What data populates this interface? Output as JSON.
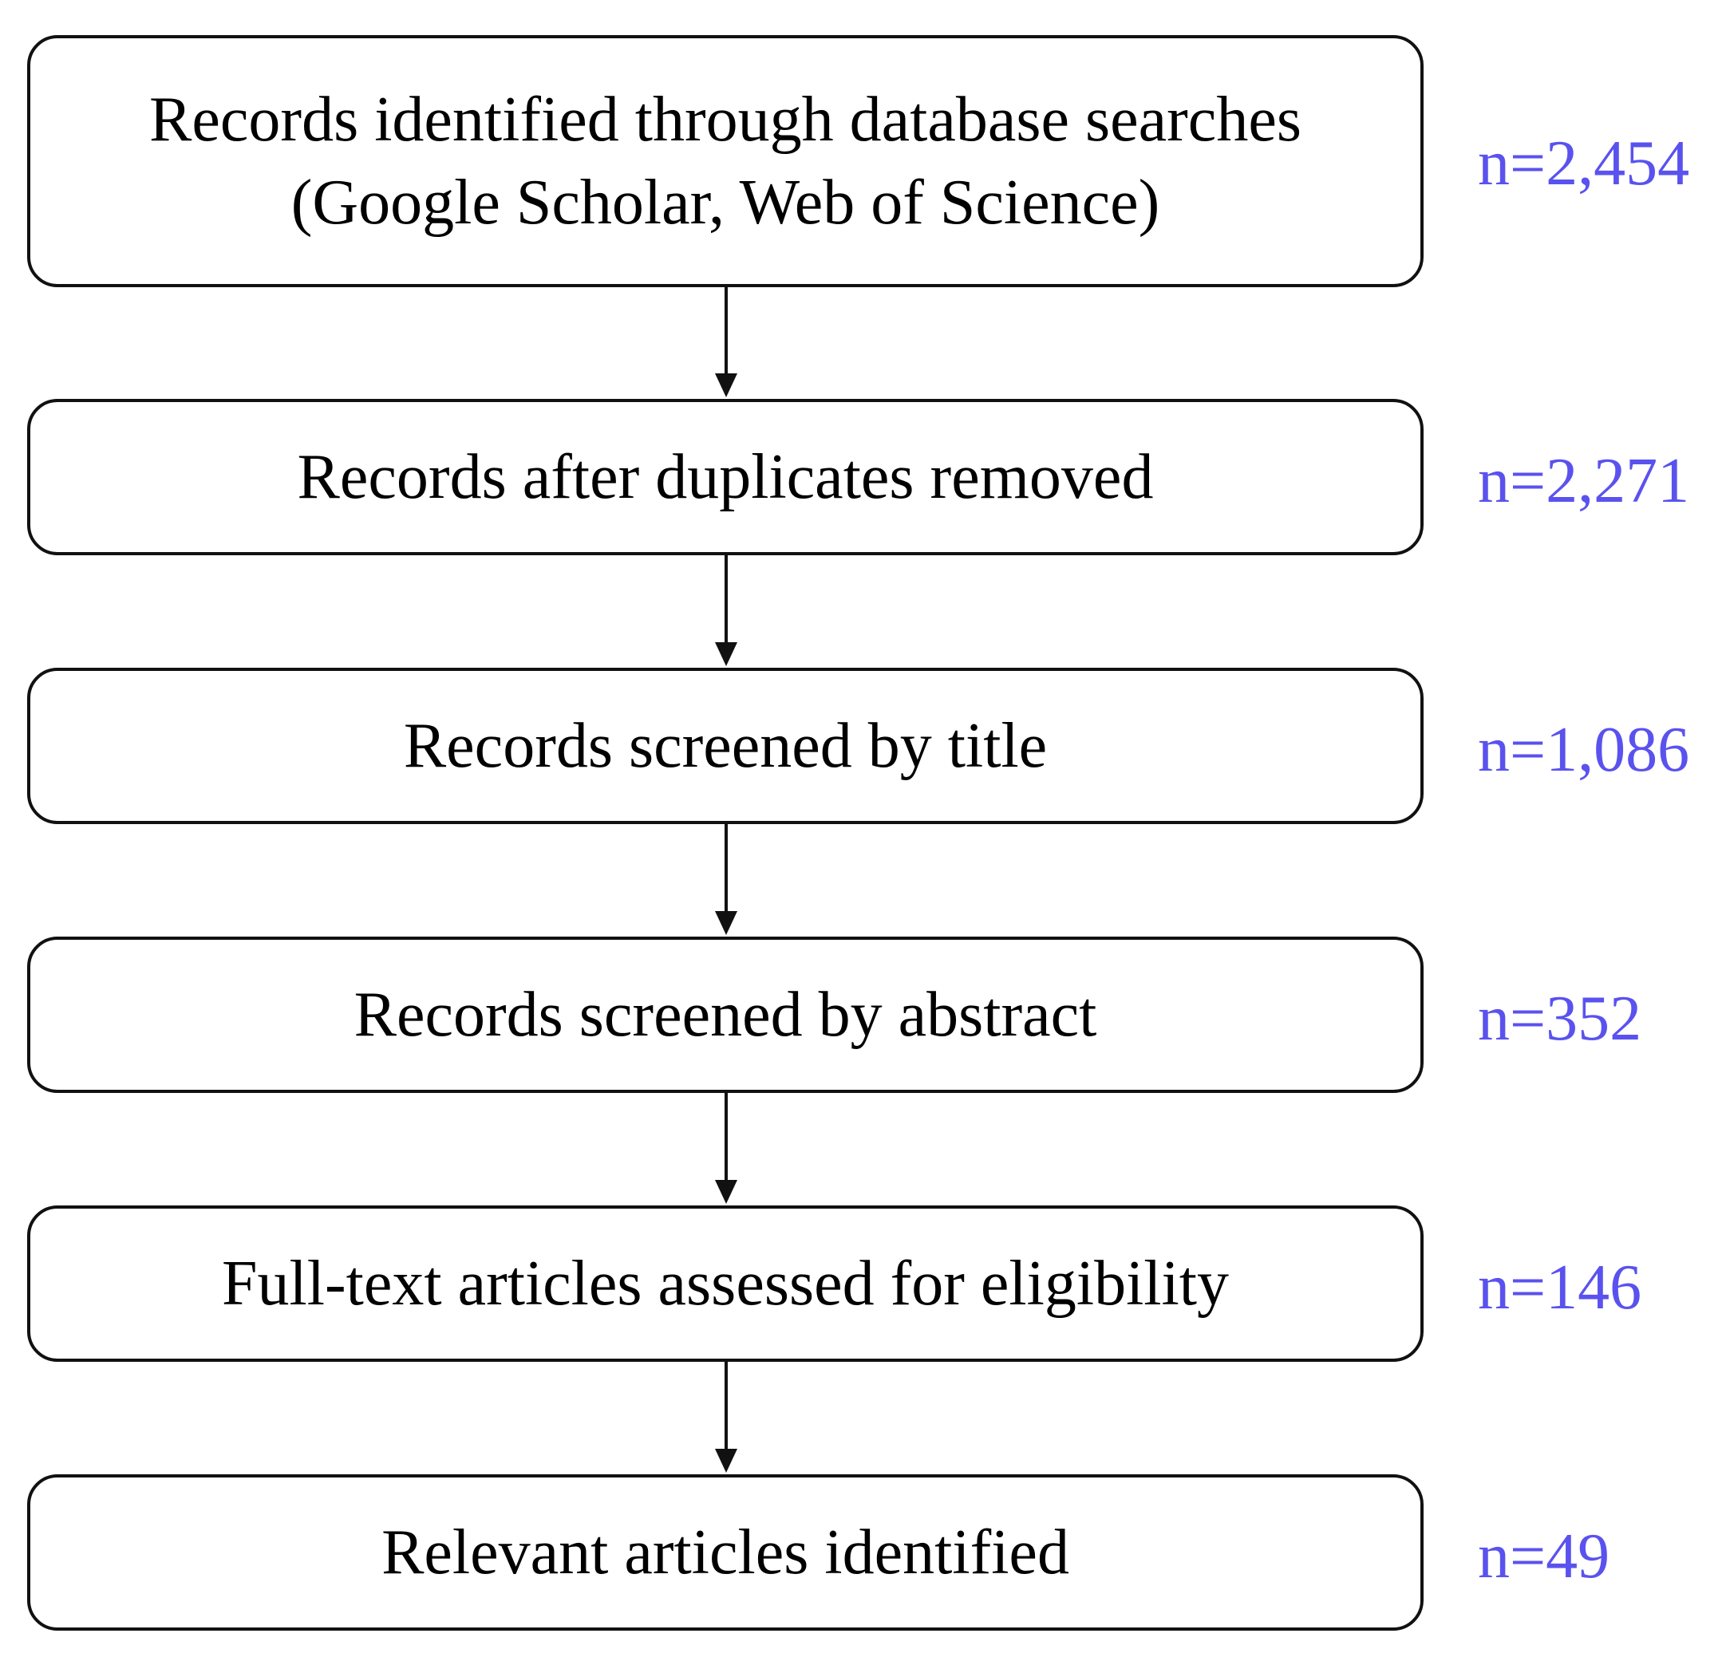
{
  "steps": [
    {
      "label": "Records identified through database searches\n(Google Scholar, Web of Science)",
      "count": "n=2,454"
    },
    {
      "label": "Records after duplicates removed",
      "count": "n=2,271"
    },
    {
      "label": "Records screened by title",
      "count": "n=1,086"
    },
    {
      "label": "Records screened by abstract",
      "count": "n=352"
    },
    {
      "label": "Full-text articles assessed for eligibility",
      "count": "n=146"
    },
    {
      "label": "Relevant articles identified",
      "count": "n=49"
    }
  ],
  "colors": {
    "box_border": "#111111",
    "box_text": "#000000",
    "count_text": "#5a52ee",
    "arrow": "#111111"
  }
}
